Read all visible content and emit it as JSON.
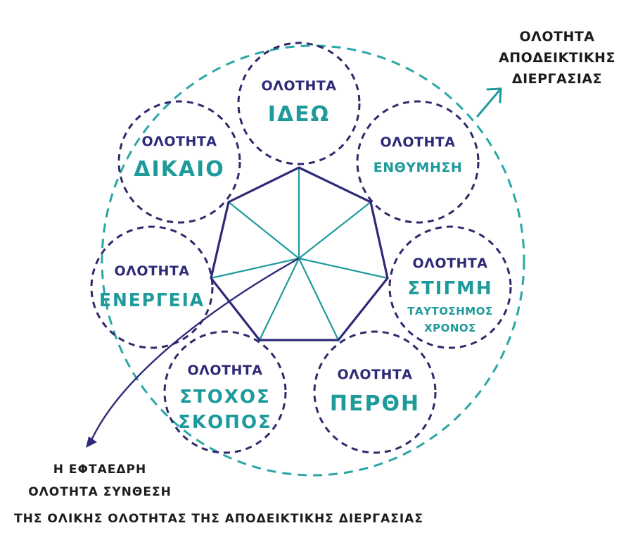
{
  "colors": {
    "navy": "#2e2a78",
    "teal": "#1f9a9a",
    "dark": "#1c1c1c",
    "outer_dash": "#2aa6a6",
    "inner_dash": "#2e2a6a"
  },
  "outer_label": {
    "line1": "ΟΛΟΤΗΤΑ",
    "line2": "ΑΠΟΔΕΙΚΤΙΚΗΣ",
    "line3": "ΔΙΕΡΓΑΣΙΑΣ"
  },
  "circles": [
    {
      "title": "ΟΛΟΤΗΤΑ",
      "lines": [
        "ΙΔΕΩ"
      ]
    },
    {
      "title": "ΟΛΟΤΗΤΑ",
      "lines": [
        "ΕΝΘΥΜΗΣΗ"
      ]
    },
    {
      "title": "ΟΛΟΤΗΤΑ",
      "lines": [
        "ΣΤΙΓΜΗ"
      ],
      "sublines": [
        "ΤΑΥΤΟΣΗΜΟΣ",
        "ΧΡΟΝΟΣ"
      ]
    },
    {
      "title": "ΟΛΟΤΗΤΑ",
      "lines": [
        "ΠΕΡΘΗ"
      ]
    },
    {
      "title": "ΟΛΟΤΗΤΑ",
      "lines": [
        "ΣΤΟΧΟΣ",
        "ΣΚΟΠΟΣ"
      ]
    },
    {
      "title": "ΟΛΟΤΗΤΑ",
      "lines": [
        "ΕΝΕΡΓΕΙΑ"
      ]
    },
    {
      "title": "ΟΛΟΤΗΤΑ",
      "lines": [
        "ΔΙΚΑΙΟ"
      ]
    }
  ],
  "caption": {
    "line1": "Η ΕΦΤΑΕΔΡΗ",
    "line2": "ΟΛΟΤΗΤΑ ΣΥΝΘΕΣΗ",
    "line3": "ΤΗΣ ΟΛΙΚΗΣ ΟΛΟΤΗΤΑΣ ΤΗΣ ΑΠΟΔΕΙΚΤΙΚΗΣ ΔΙΕΡΓΑΣΙΑΣ"
  }
}
